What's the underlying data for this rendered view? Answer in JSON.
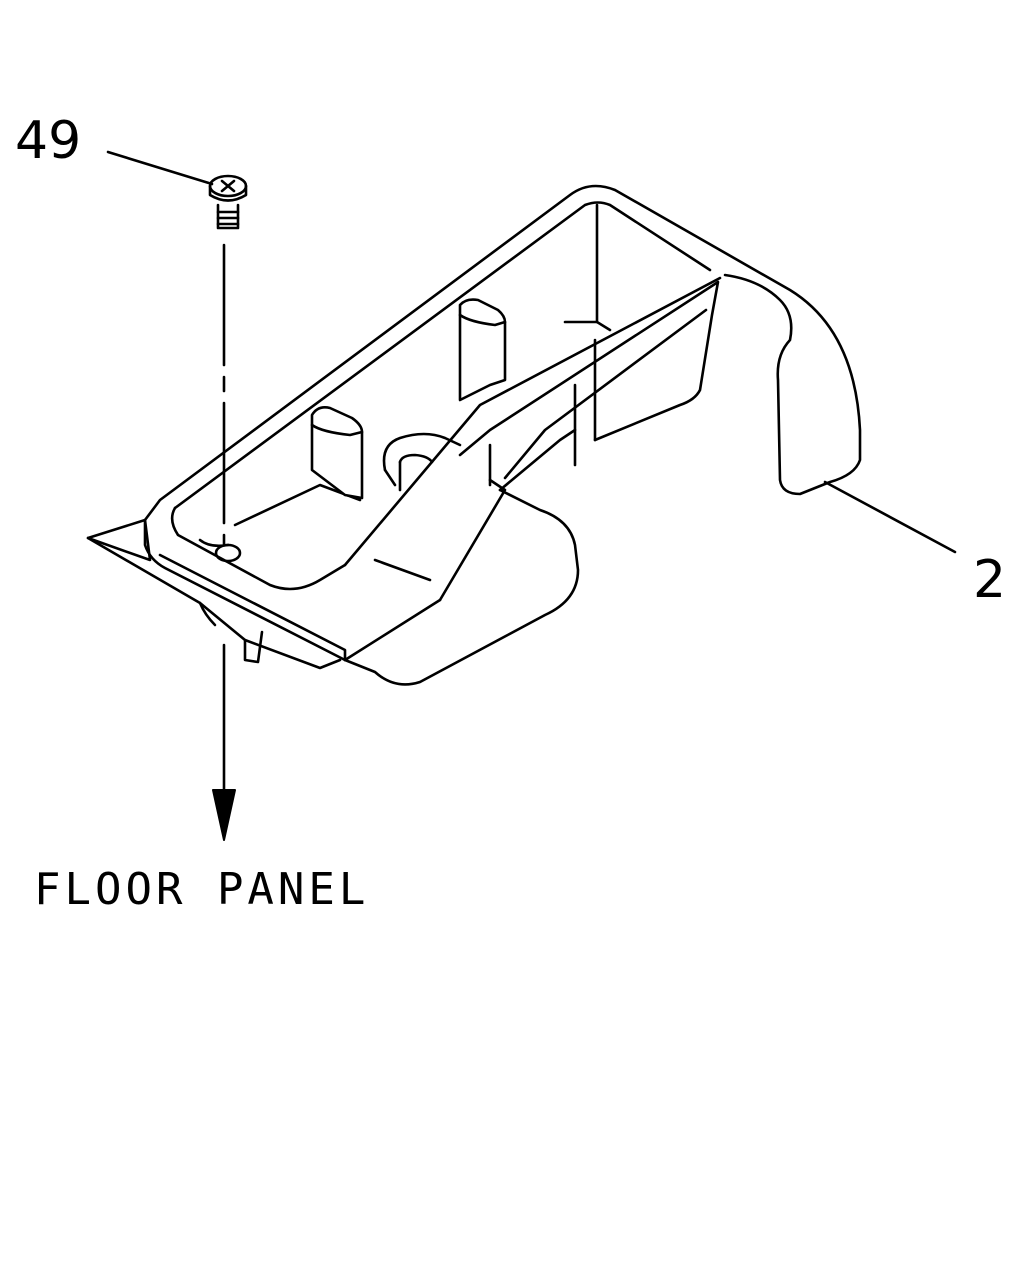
{
  "callouts": {
    "screw": "49",
    "bracket": "2"
  },
  "labels": {
    "floor_panel": "FLOOR PANEL"
  },
  "colors": {
    "line": "#000000",
    "background": "#ffffff"
  }
}
